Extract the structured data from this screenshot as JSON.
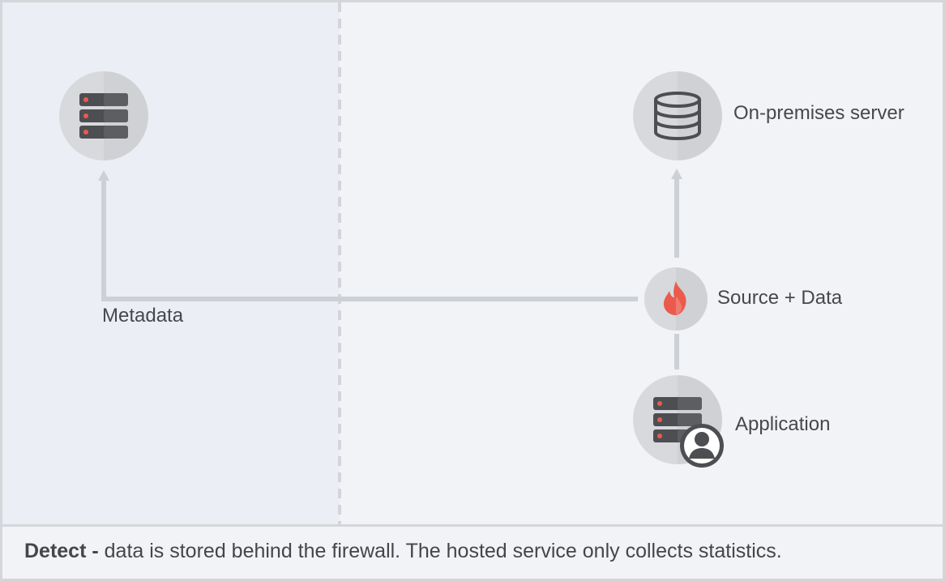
{
  "diagram": {
    "nodes": {
      "hosted_service": {
        "icon": "server-rack-icon"
      },
      "on_premises_server": {
        "label": "On-premises server",
        "icon": "database-icon"
      },
      "source_data": {
        "label": "Source + Data",
        "icon": "flame-icon"
      },
      "application": {
        "label": "Application",
        "icon": "server-user-icon"
      }
    },
    "edges": {
      "metadata": {
        "label": "Metadata"
      }
    }
  },
  "caption": {
    "bold": "Detect -",
    "text": " data is stored behind the firewall. The hosted service only collects statistics."
  },
  "colors": {
    "accent": "#ea5b4d",
    "icon_dark": "#4d4e52",
    "node_bg": "#d7d9dd",
    "connector": "#cdd0d4"
  }
}
